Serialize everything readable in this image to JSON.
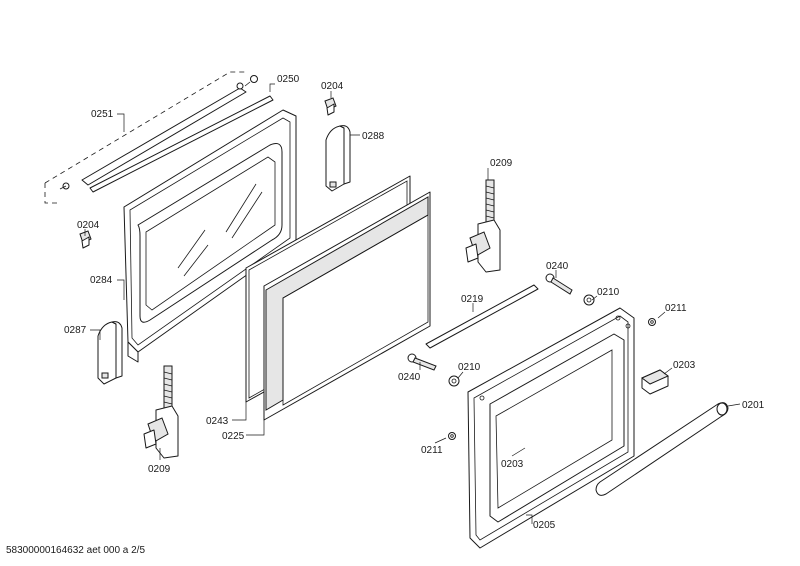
{
  "labels": {
    "l0250": "0250",
    "l0251": "0251",
    "l0204a": "0204",
    "l0288": "0288",
    "l0204b": "0204",
    "l0284": "0284",
    "l0287": "0287",
    "l0209a": "0209",
    "l0209b": "0209",
    "l0243": "0243",
    "l0225": "0225",
    "l0219": "0219",
    "l0240a": "0240",
    "l0240b": "0240",
    "l0210a": "0210",
    "l0210b": "0210",
    "l0211a": "0211",
    "l0211b": "0211",
    "l0203a": "0203",
    "l0203b": "0203",
    "l0201": "0201",
    "l0205": "0205"
  },
  "footer": "58300000164632 aet 000 a 2/5"
}
